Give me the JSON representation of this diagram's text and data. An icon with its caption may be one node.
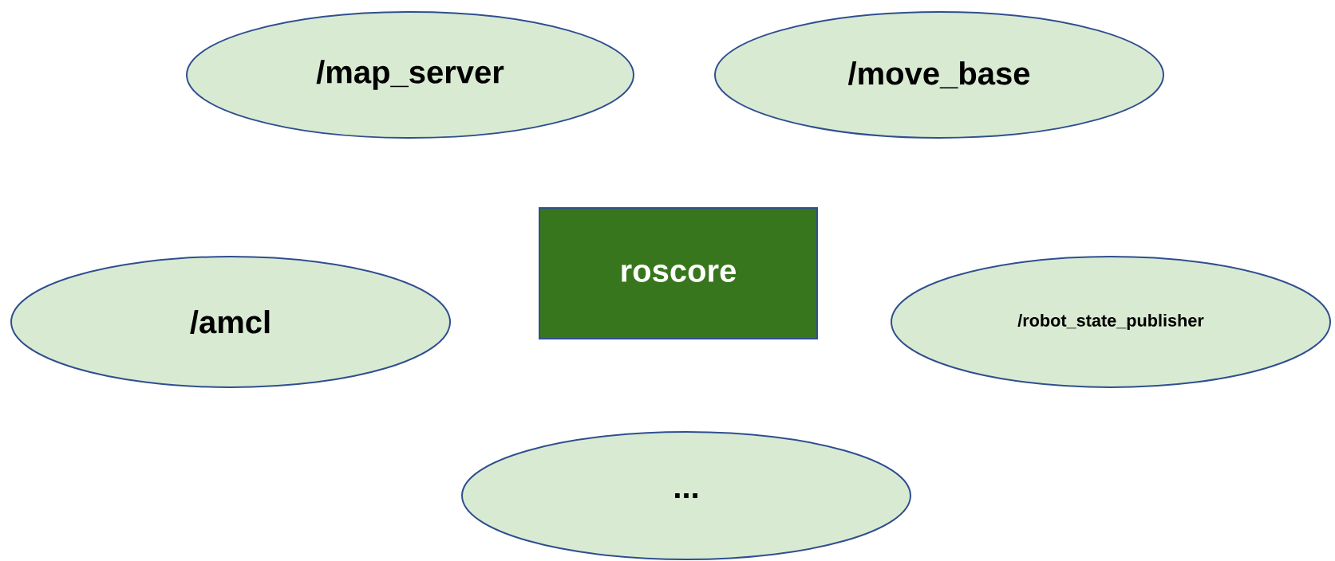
{
  "diagram": {
    "nodes": [
      {
        "text": [
          "/map_server"
        ]
      },
      {
        "text": [
          "/move_base"
        ]
      },
      {
        "text": [
          "roscore"
        ]
      },
      {
        "text": [
          "/amcl"
        ]
      },
      {
        "text": [
          "/robot_state_publisher"
        ]
      },
      {
        "text": [
          "..."
        ]
      }
    ]
  }
}
